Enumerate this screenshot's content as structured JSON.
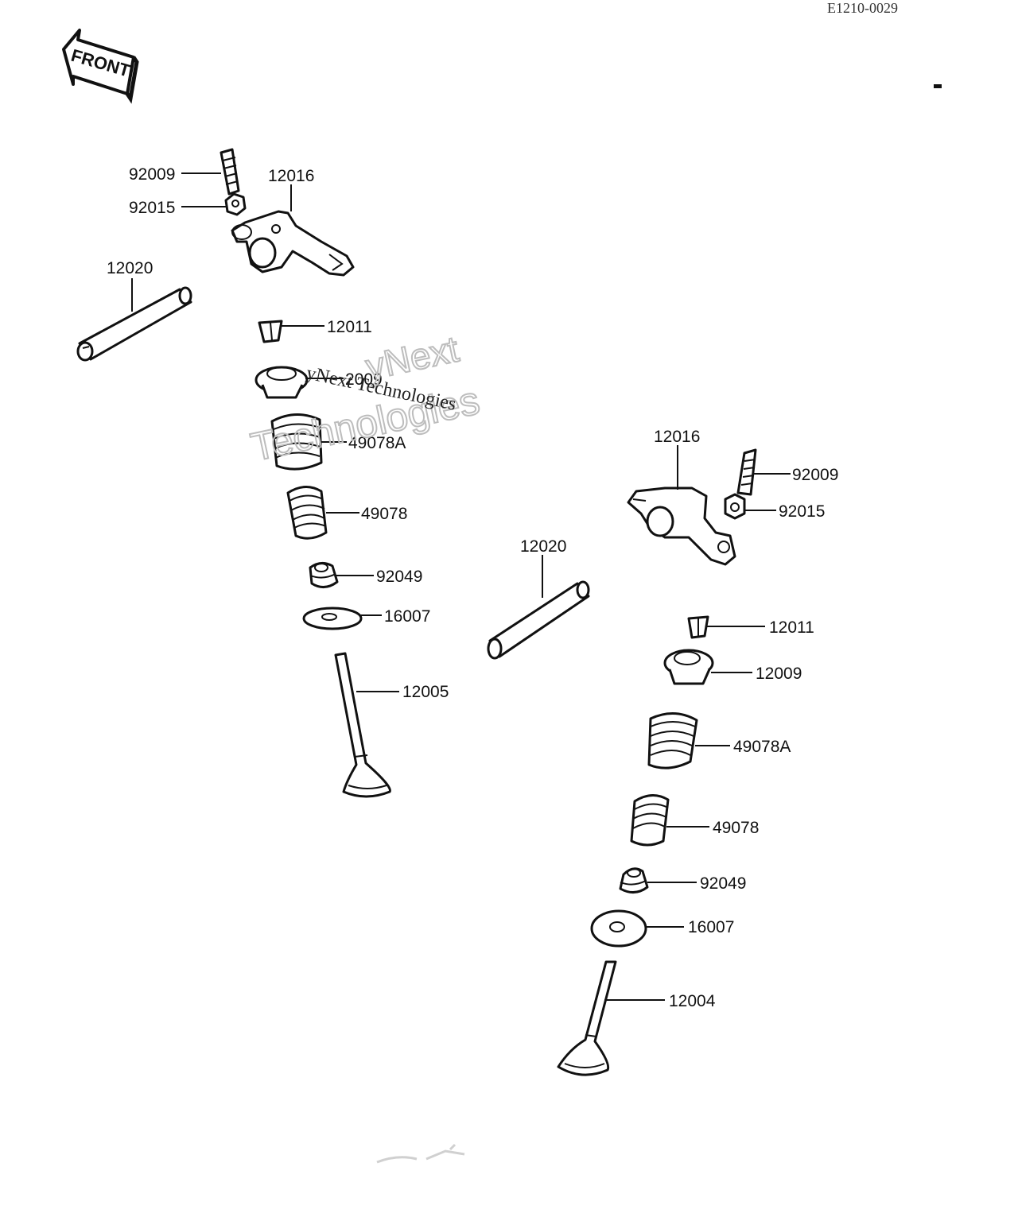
{
  "doc_code": "E1210-0029",
  "front_label": "FRONT",
  "watermark": {
    "line1": "yNext",
    "line2": "Technologies",
    "line3": "yNext Technologies"
  },
  "labels": {
    "l_92009": "92009",
    "l_92015": "92015",
    "l_12016": "12016",
    "l_12020": "12020",
    "l_12011": "12011",
    "l_12009": "2009",
    "l_49078A": "49078A",
    "l_49078": "49078",
    "l_92049": "92049",
    "l_16007": "16007",
    "l_12005": "12005",
    "r_12016": "12016",
    "r_92009": "92009",
    "r_92015": "92015",
    "r_12020": "12020",
    "r_12011": "12011",
    "r_12009": "12009",
    "r_49078A": "49078A",
    "r_49078": "49078",
    "r_92049": "92049",
    "r_16007": "16007",
    "r_12004": "12004"
  }
}
